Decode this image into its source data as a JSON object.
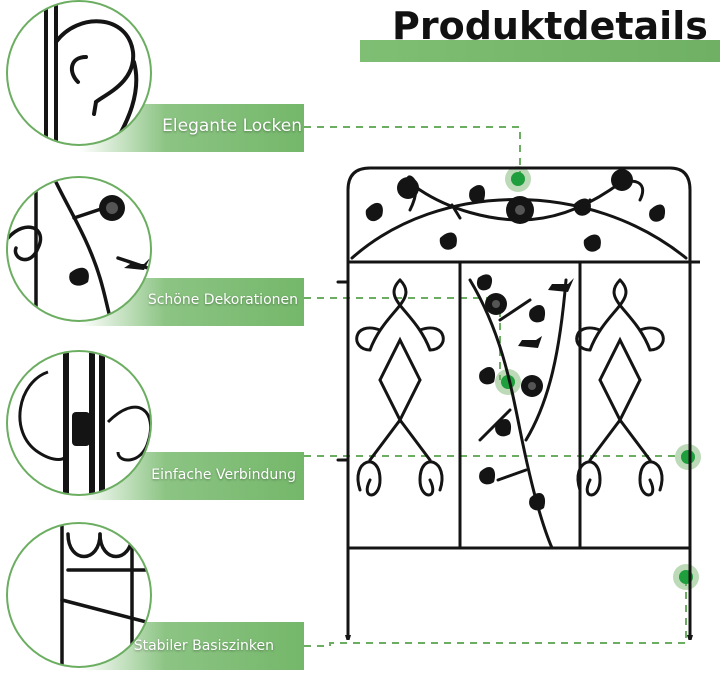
{
  "header": {
    "title": "Produktdetails"
  },
  "features": [
    {
      "label": "Elegante Locken"
    },
    {
      "label": "Schöne Dekorationen"
    },
    {
      "label": "Einfache Verbindung"
    },
    {
      "label": "Stabiler Basiszinken"
    }
  ],
  "colors": {
    "accent_green": "#6cae61",
    "marker_green": "#1e9e3c",
    "iron_black": "#141414"
  },
  "icons": [
    "curl-detail-image",
    "flower-bird-detail-image",
    "connector-clip-detail-image",
    "base-spike-detail-image"
  ]
}
